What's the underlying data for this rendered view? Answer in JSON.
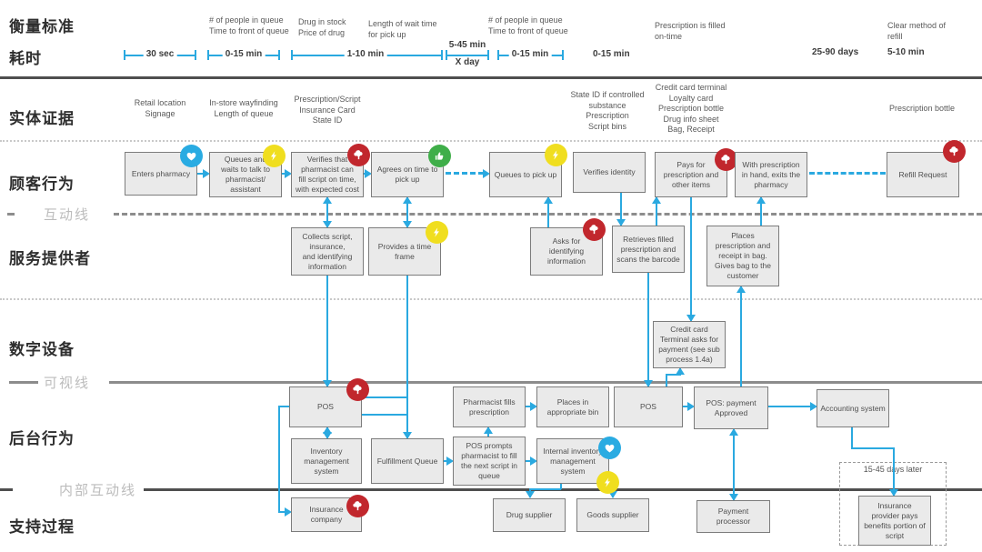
{
  "rows": {
    "metrics_label": "衡量标准",
    "time_label": "耗时",
    "evidence_label": "实体证据",
    "customer_label": "顾客行为",
    "interaction_line_label": "互动线",
    "provider_label": "服务提供者",
    "digital_label": "数字设备",
    "visibility_line_label": "可视线",
    "backstage_label": "后台行为",
    "internal_line_label": "内部互动线",
    "support_label": "支持过程"
  },
  "metrics": [
    {
      "text": "# of people in queue\nTime to front of queue"
    },
    {
      "text": "Drug in stock\nPrice of drug"
    },
    {
      "text": "Length of wait time\nfor pick up"
    },
    {
      "text": "# of people in queue\nTime to front of queue"
    },
    {
      "text": "Prescription is filled\non-time"
    },
    {
      "text": "Clear method of\nrefill"
    }
  ],
  "timeline": [
    {
      "label": "30 sec"
    },
    {
      "label": "0-15 min"
    },
    {
      "label": "1-10 min"
    },
    {
      "label": "5-45 min",
      "sublabel": "X day"
    },
    {
      "label": "0-15 min"
    },
    {
      "label": "0-15 min"
    },
    {
      "label": "25-90 days"
    },
    {
      "label": "5-10 min"
    }
  ],
  "evidence": [
    {
      "text": "Retail location\nSignage"
    },
    {
      "text": "In-store wayfinding\nLength of queue"
    },
    {
      "text": "Prescription/Script\nInsurance Card\nState ID"
    },
    {
      "text": "State ID if controlled\nsubstance\nPrescription\nScript bins"
    },
    {
      "text": "Credit card terminal\nLoyalty card\nPrescription bottle\nDrug info sheet\nBag, Receipt"
    },
    {
      "text": "Prescription bottle"
    }
  ],
  "nodes": {
    "customer": [
      {
        "label": "Enters pharmacy"
      },
      {
        "label": "Queues and\nwaits to talk to\npharmacist/\nassistant"
      },
      {
        "label": "Verifies that\npharmacist can\nfill script on time,\nwith expected cost"
      },
      {
        "label": "Agrees on time to\npick up"
      },
      {
        "label": "Queues to pick up"
      },
      {
        "label": "Verifies identity"
      },
      {
        "label": "Pays for\nprescription and\nother items"
      },
      {
        "label": "With prescription\nin hand, exits the\npharmacy"
      },
      {
        "label": "Refill Request"
      }
    ],
    "provider": [
      {
        "label": "Collects script,\ninsurance,\nand identifying\ninformation"
      },
      {
        "label": "Provides a time\nframe"
      },
      {
        "label": "Asks for\nidentifying\ninformation"
      },
      {
        "label": "Retrieves filled\nprescription and\nscans the barcode"
      },
      {
        "label": "Places\nprescription and\nreceipt in bag.\nGives bag to the\ncustomer"
      }
    ],
    "digital": [
      {
        "label": "Credit card\nTerminal asks for\npayment (see sub\nprocess 1.4a)"
      }
    ],
    "backstage": [
      {
        "label": "POS"
      },
      {
        "label": "Pharmacist fills\nprescription"
      },
      {
        "label": "Places in\nappropriate bin"
      },
      {
        "label": "POS"
      },
      {
        "label": "POS: payment\nApproved"
      },
      {
        "label": "Accounting system"
      },
      {
        "label": "Inventory\nmanagement\nsystem"
      },
      {
        "label": "Fulfillment Queue"
      },
      {
        "label": "POS prompts\npharmacist to fill\nthe next script in\nqueue"
      },
      {
        "label": "Internal inventory\nmanagement\nsystem"
      }
    ],
    "support": [
      {
        "label": "Insurance\ncompany"
      },
      {
        "label": "Drug supplier"
      },
      {
        "label": "Goods supplier"
      },
      {
        "label": "Payment\nprocessor"
      },
      {
        "label": "Insurance\nprovider pays\nbenefits portion of\nscript"
      }
    ]
  },
  "annotations": {
    "delay_note": "15-45 days later"
  },
  "icons": {
    "blue": "heart-icon",
    "yellow": "lightning-icon",
    "red": "cloud-upload-icon",
    "green": "thumbs-up-icon"
  },
  "colors": {
    "connector": "#2AA9E0",
    "icon_blue": "#29ABE2",
    "icon_yellow": "#F0DE1F",
    "icon_red": "#C1272D",
    "icon_green": "#3FAE49",
    "box_fill": "#EAEAEA",
    "box_border": "#7C7C7C"
  }
}
